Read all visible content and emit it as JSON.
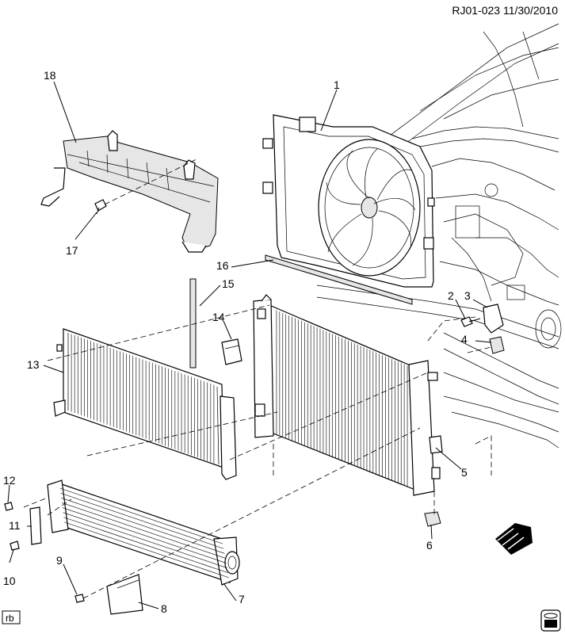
{
  "header": {
    "code": "RJ01-023 11/30/2010"
  },
  "footer": {
    "author_tag": "rb"
  },
  "callouts": [
    {
      "id": "1",
      "label": "1"
    },
    {
      "id": "2",
      "label": "2"
    },
    {
      "id": "3",
      "label": "3"
    },
    {
      "id": "4",
      "label": "4"
    },
    {
      "id": "5",
      "label": "5"
    },
    {
      "id": "6",
      "label": "6"
    },
    {
      "id": "7",
      "label": "7"
    },
    {
      "id": "8",
      "label": "8"
    },
    {
      "id": "9",
      "label": "9"
    },
    {
      "id": "10",
      "label": "10"
    },
    {
      "id": "11",
      "label": "11"
    },
    {
      "id": "12",
      "label": "12"
    },
    {
      "id": "13",
      "label": "13"
    },
    {
      "id": "14",
      "label": "14"
    },
    {
      "id": "15",
      "label": "15"
    },
    {
      "id": "16",
      "label": "16"
    },
    {
      "id": "17",
      "label": "17"
    },
    {
      "id": "18",
      "label": "18"
    }
  ],
  "icons": [
    "view-direction-arrow-icon",
    "vehicle-badge-icon"
  ]
}
